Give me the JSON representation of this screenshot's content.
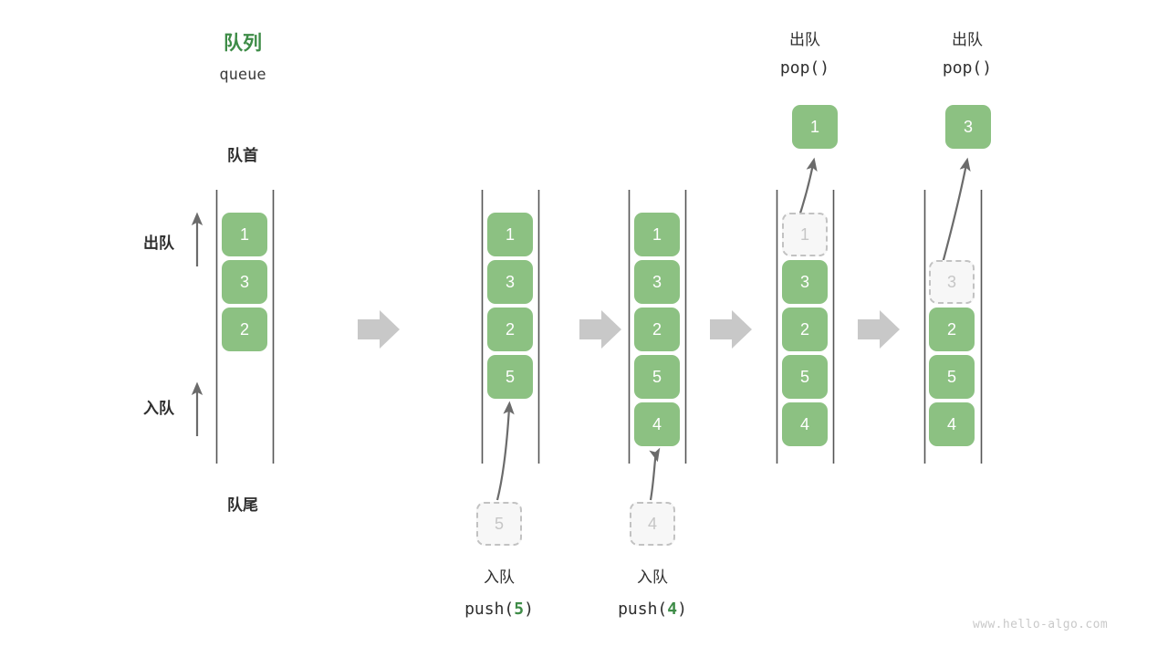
{
  "title": {
    "cn": "队列",
    "en": "queue",
    "accent_color": "#3e8c47"
  },
  "labels": {
    "head": "队首",
    "tail": "队尾",
    "dequeue_side": "出队",
    "enqueue_side": "入队"
  },
  "colors": {
    "cell_fill": "#8cc182",
    "cell_text": "#ffffff",
    "ghost_fill": "#f7f7f7",
    "ghost_text": "#c6c6c6",
    "ghost_border": "#c2c2c2",
    "rail": "#555555",
    "arrow": "#6b6b6b",
    "step_arrow": "#c8c8c8",
    "text": "#2e2e2e",
    "watermark": "#c9c9c9"
  },
  "watermark": "www.hello-algo.com",
  "steps": [
    {
      "id": "initial",
      "header_cn": "",
      "header_code": "",
      "cells": [
        "1",
        "3",
        "2"
      ],
      "ghost_top": null,
      "ghost_bottom": null,
      "popped": null,
      "caption_cn": "",
      "caption_code_prefix": "",
      "caption_code_num": "",
      "caption_code_suffix": ""
    },
    {
      "id": "push-5",
      "header_cn": "",
      "header_code": "",
      "cells": [
        "1",
        "3",
        "2",
        "5"
      ],
      "ghost_top": null,
      "ghost_bottom": "5",
      "popped": null,
      "caption_cn": "入队",
      "caption_code_prefix": "push(",
      "caption_code_num": "5",
      "caption_code_suffix": ")"
    },
    {
      "id": "push-4",
      "header_cn": "",
      "header_code": "",
      "cells": [
        "1",
        "3",
        "2",
        "5",
        "4"
      ],
      "ghost_top": null,
      "ghost_bottom": "4",
      "popped": null,
      "caption_cn": "入队",
      "caption_code_prefix": "push(",
      "caption_code_num": "4",
      "caption_code_suffix": ")"
    },
    {
      "id": "pop-1",
      "header_cn": "出队",
      "header_code": "pop()",
      "cells": [
        "3",
        "2",
        "5",
        "4"
      ],
      "ghost_top": "1",
      "ghost_bottom": null,
      "popped": "1",
      "caption_cn": "",
      "caption_code_prefix": "",
      "caption_code_num": "",
      "caption_code_suffix": ""
    },
    {
      "id": "pop-3",
      "header_cn": "出队",
      "header_code": "pop()",
      "cells": [
        "2",
        "5",
        "4"
      ],
      "ghost_top": "3",
      "ghost_bottom": null,
      "popped": "3",
      "caption_cn": "",
      "caption_code_prefix": "",
      "caption_code_num": "",
      "caption_code_suffix": ""
    }
  ]
}
